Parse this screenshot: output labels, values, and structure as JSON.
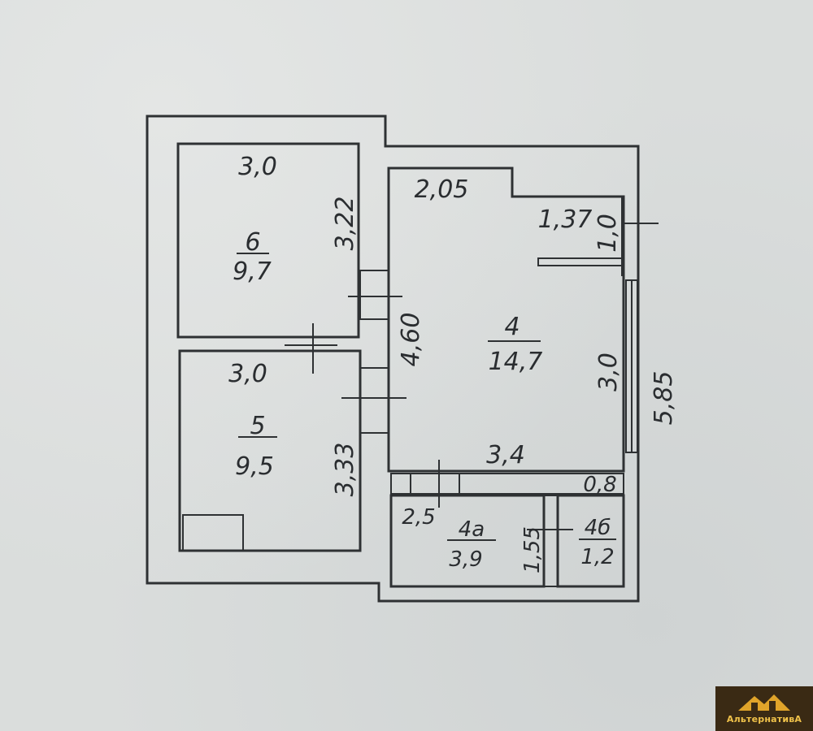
{
  "rooms": {
    "room6": {
      "number": "6",
      "area": "9,7"
    },
    "room5": {
      "number": "5",
      "area": "9,5"
    },
    "room4": {
      "number": "4",
      "area": "14,7"
    },
    "room4a": {
      "number": "4а",
      "area": "3,9"
    },
    "room4b": {
      "number": "4б",
      "area": "1,2"
    }
  },
  "dimensions": {
    "room6_width": "3,0",
    "room6_length": "3,22",
    "room5_width": "3,0",
    "room5_length": "3,33",
    "corridor_length": "4,60",
    "room4_top_left": "2,05",
    "room4_top_right": "1,37",
    "balcony_door": "1,0",
    "room4_right": "3,0",
    "total_right": "5,85",
    "room4_bottom": "3,4",
    "room4b_width": "0,8",
    "room4a_width": "2,5",
    "room4a_length": "1,55"
  },
  "logo": {
    "text": "АльтернативА",
    "colors": {
      "background": "#3a2a14",
      "roof": "#e0a42a"
    }
  }
}
